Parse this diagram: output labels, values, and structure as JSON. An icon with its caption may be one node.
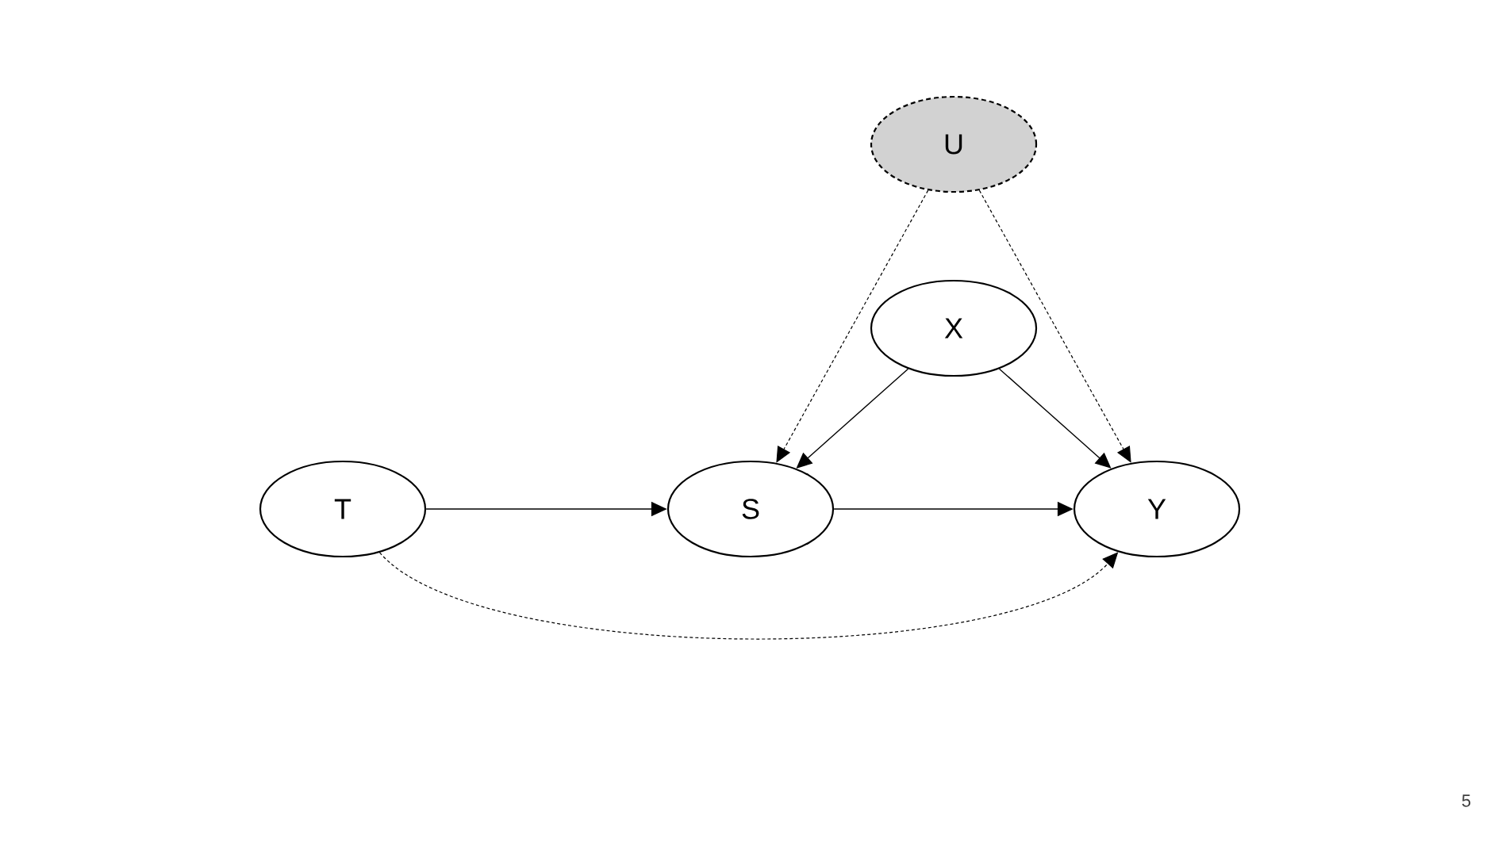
{
  "diagram": {
    "nodes": [
      {
        "text": [
          "U"
        ]
      },
      {
        "text": [
          "X"
        ]
      },
      {
        "text": [
          "T"
        ]
      },
      {
        "text": [
          "S"
        ]
      },
      {
        "text": [
          "Y"
        ]
      }
    ],
    "edges": [
      {
        "from": 0,
        "to": 3,
        "arrow": "to",
        "style": "dashed"
      },
      {
        "from": 0,
        "to": 4,
        "arrow": "to",
        "style": "dashed"
      },
      {
        "from": 1,
        "to": 3,
        "arrow": "to"
      },
      {
        "from": 1,
        "to": 4,
        "arrow": "to"
      },
      {
        "from": 2,
        "to": 3,
        "arrow": "to"
      },
      {
        "from": 3,
        "to": 4,
        "arrow": "to"
      },
      {
        "from": 2,
        "to": 4,
        "arrow": "to",
        "style": "dashed"
      }
    ],
    "labels": [
      "5"
    ]
  }
}
